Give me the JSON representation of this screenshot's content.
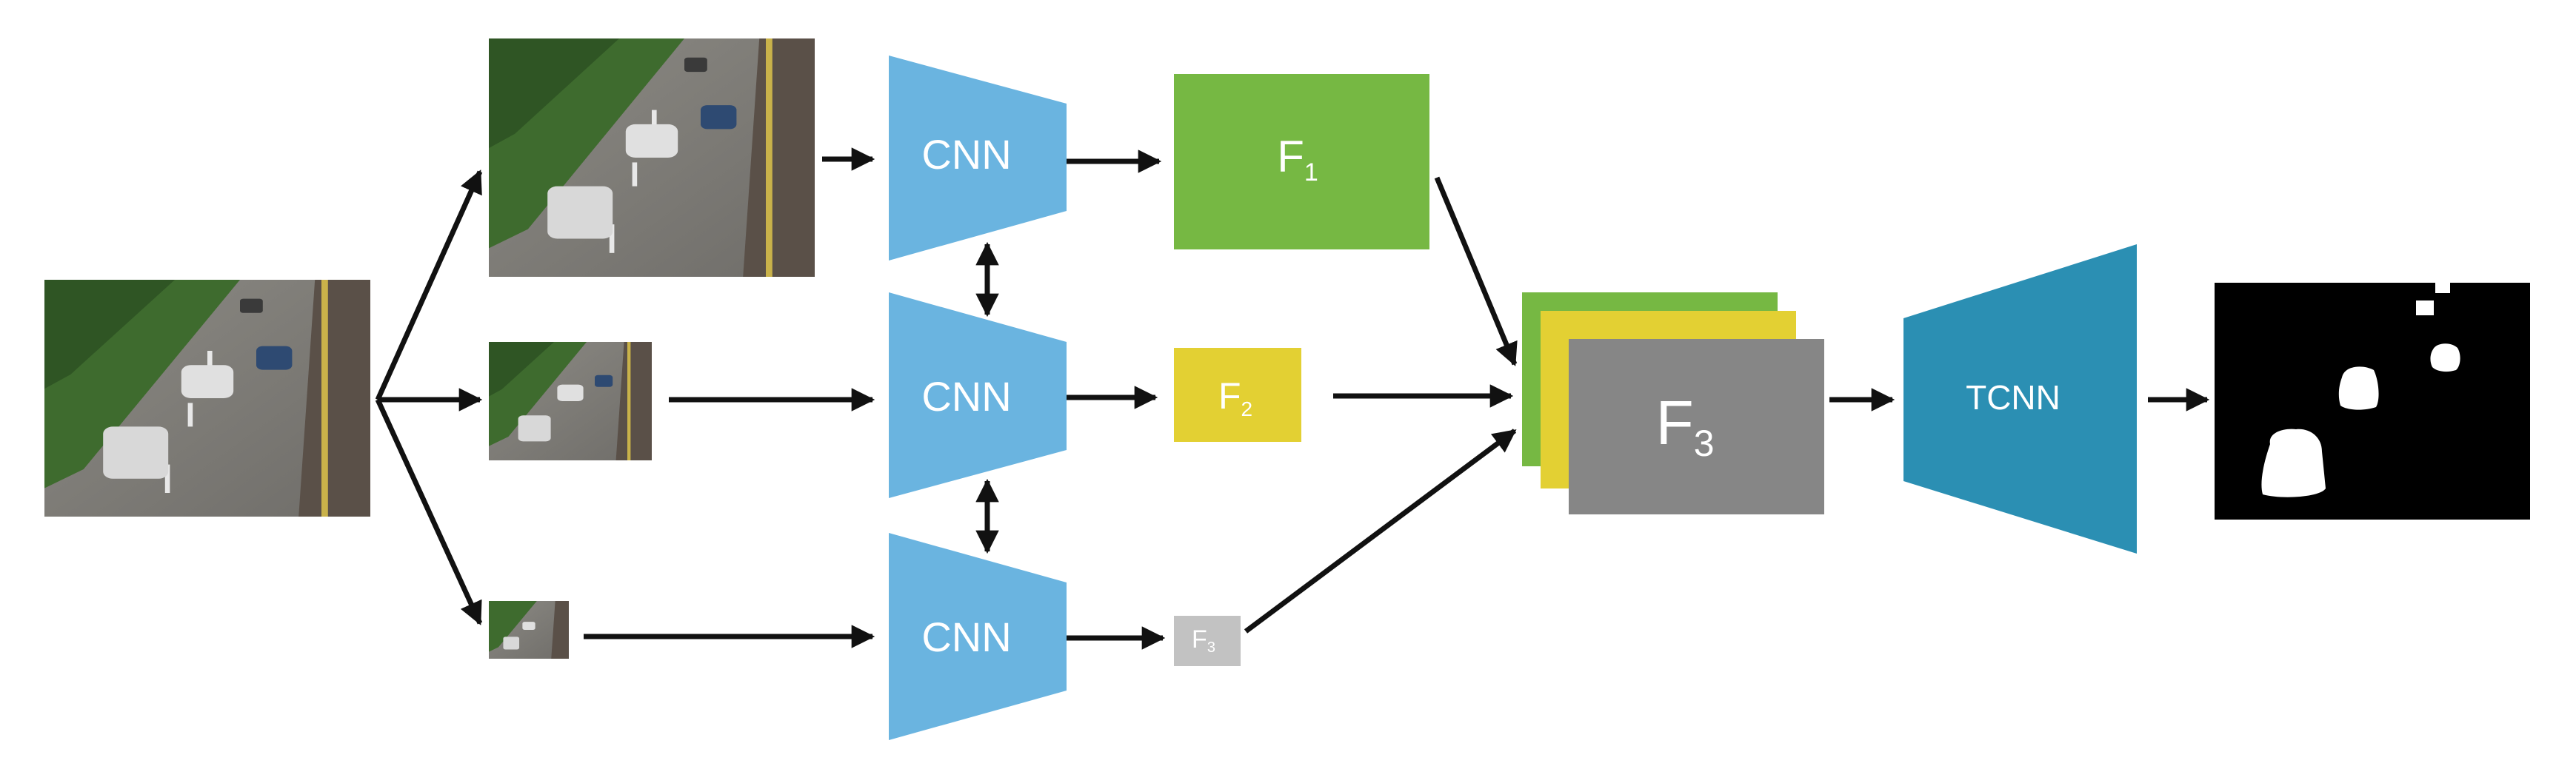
{
  "cnn_blocks": [
    {
      "label": "CNN",
      "color": "#6ab4e0"
    },
    {
      "label": "CNN",
      "color": "#6ab4e0"
    },
    {
      "label": "CNN",
      "color": "#6ab4e0"
    }
  ],
  "feature_maps": [
    {
      "label": "F",
      "subscript": "1",
      "color": "#76b843"
    },
    {
      "label": "F",
      "subscript": "2",
      "color": "#e3d033"
    },
    {
      "label": "F",
      "subscript": "3",
      "color": "#c2c2c2"
    }
  ],
  "stack": {
    "label": "F",
    "subscript": "3",
    "colors": [
      "#76b843",
      "#e3d033",
      "#868686"
    ]
  },
  "tcnn": {
    "label": "TCNN",
    "color": "#2b8fb3"
  },
  "colors": {
    "arrow": "#111111",
    "road": "#7c7a76",
    "foliage": "#3e6b2e",
    "mask_bg": "#000000",
    "mask_fg": "#ffffff"
  }
}
